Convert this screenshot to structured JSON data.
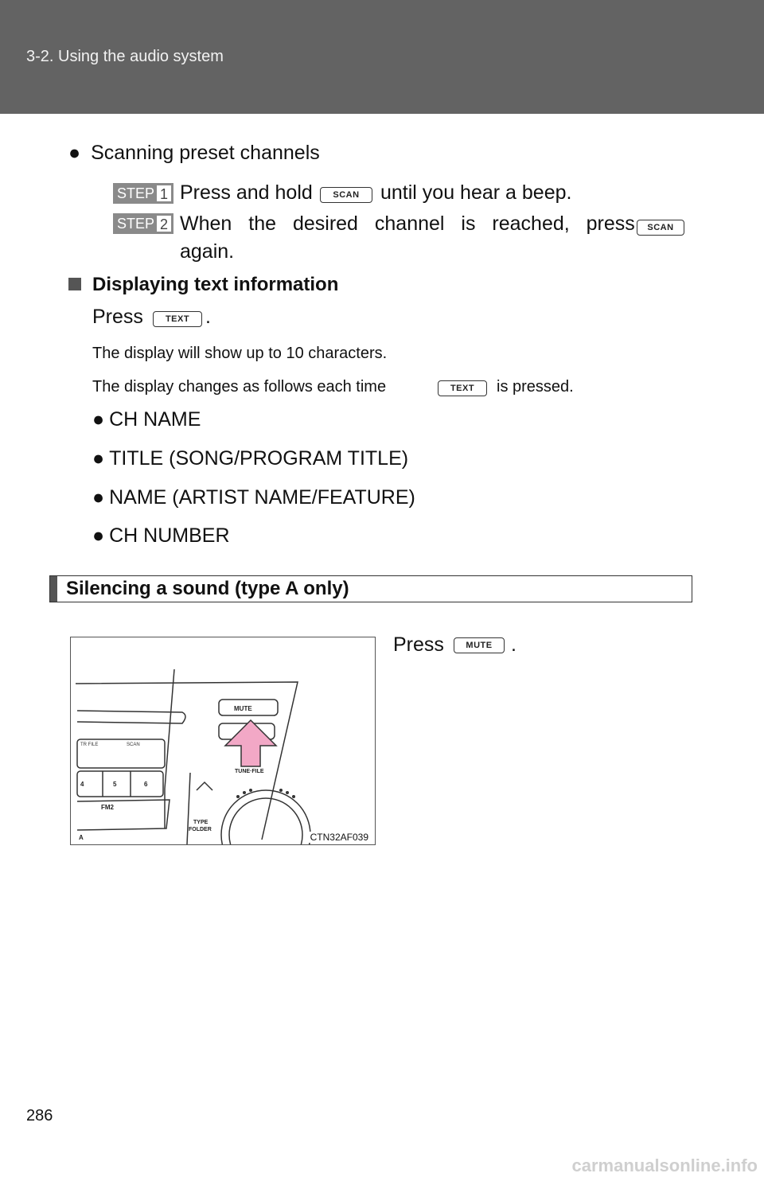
{
  "header": {
    "section": "3-2. Using the audio system"
  },
  "scan": {
    "bullet": "●",
    "heading": "Scanning preset channels",
    "step_label": "STEP",
    "step1": {
      "num": "1",
      "text_before": "Press and hold",
      "text_after": "until you hear a beep."
    },
    "step2": {
      "num": "2",
      "line1": "When the desired channel is reached, press",
      "line2": "again."
    },
    "scan_button": "SCAN"
  },
  "text_info": {
    "heading": "Displaying text information",
    "press": "Press",
    "period": ".",
    "text_button": "TEXT",
    "note1": "The display will show up to 10 characters.",
    "note2_before": "The display changes as follows each time",
    "note2_after": "is pressed.",
    "items": [
      "CH NAME",
      "TITLE (SONG/PROGRAM TITLE)",
      "NAME (ARTIST NAME/FEATURE)",
      "CH NUMBER"
    ]
  },
  "mute_section": {
    "title": "Silencing a sound (type A only)",
    "press": "Press",
    "period": ".",
    "mute_button": "MUTE",
    "figure": {
      "caption": "CTN32AF039",
      "label_mute": "MUTE",
      "label_tune": "TUNE·FILE",
      "label_type": "TYPE",
      "label_folder": "FOLDER",
      "label_fm2": "FM2",
      "presets": [
        "4",
        "5",
        "6"
      ],
      "display_tr": "TR  FILE",
      "display_scan": "SCAN",
      "label_a": "A"
    }
  },
  "page_number": "286",
  "watermark": "carmanualsonline.info",
  "colors": {
    "header_bg": "#636363",
    "arrow": "#f2a8c6"
  }
}
